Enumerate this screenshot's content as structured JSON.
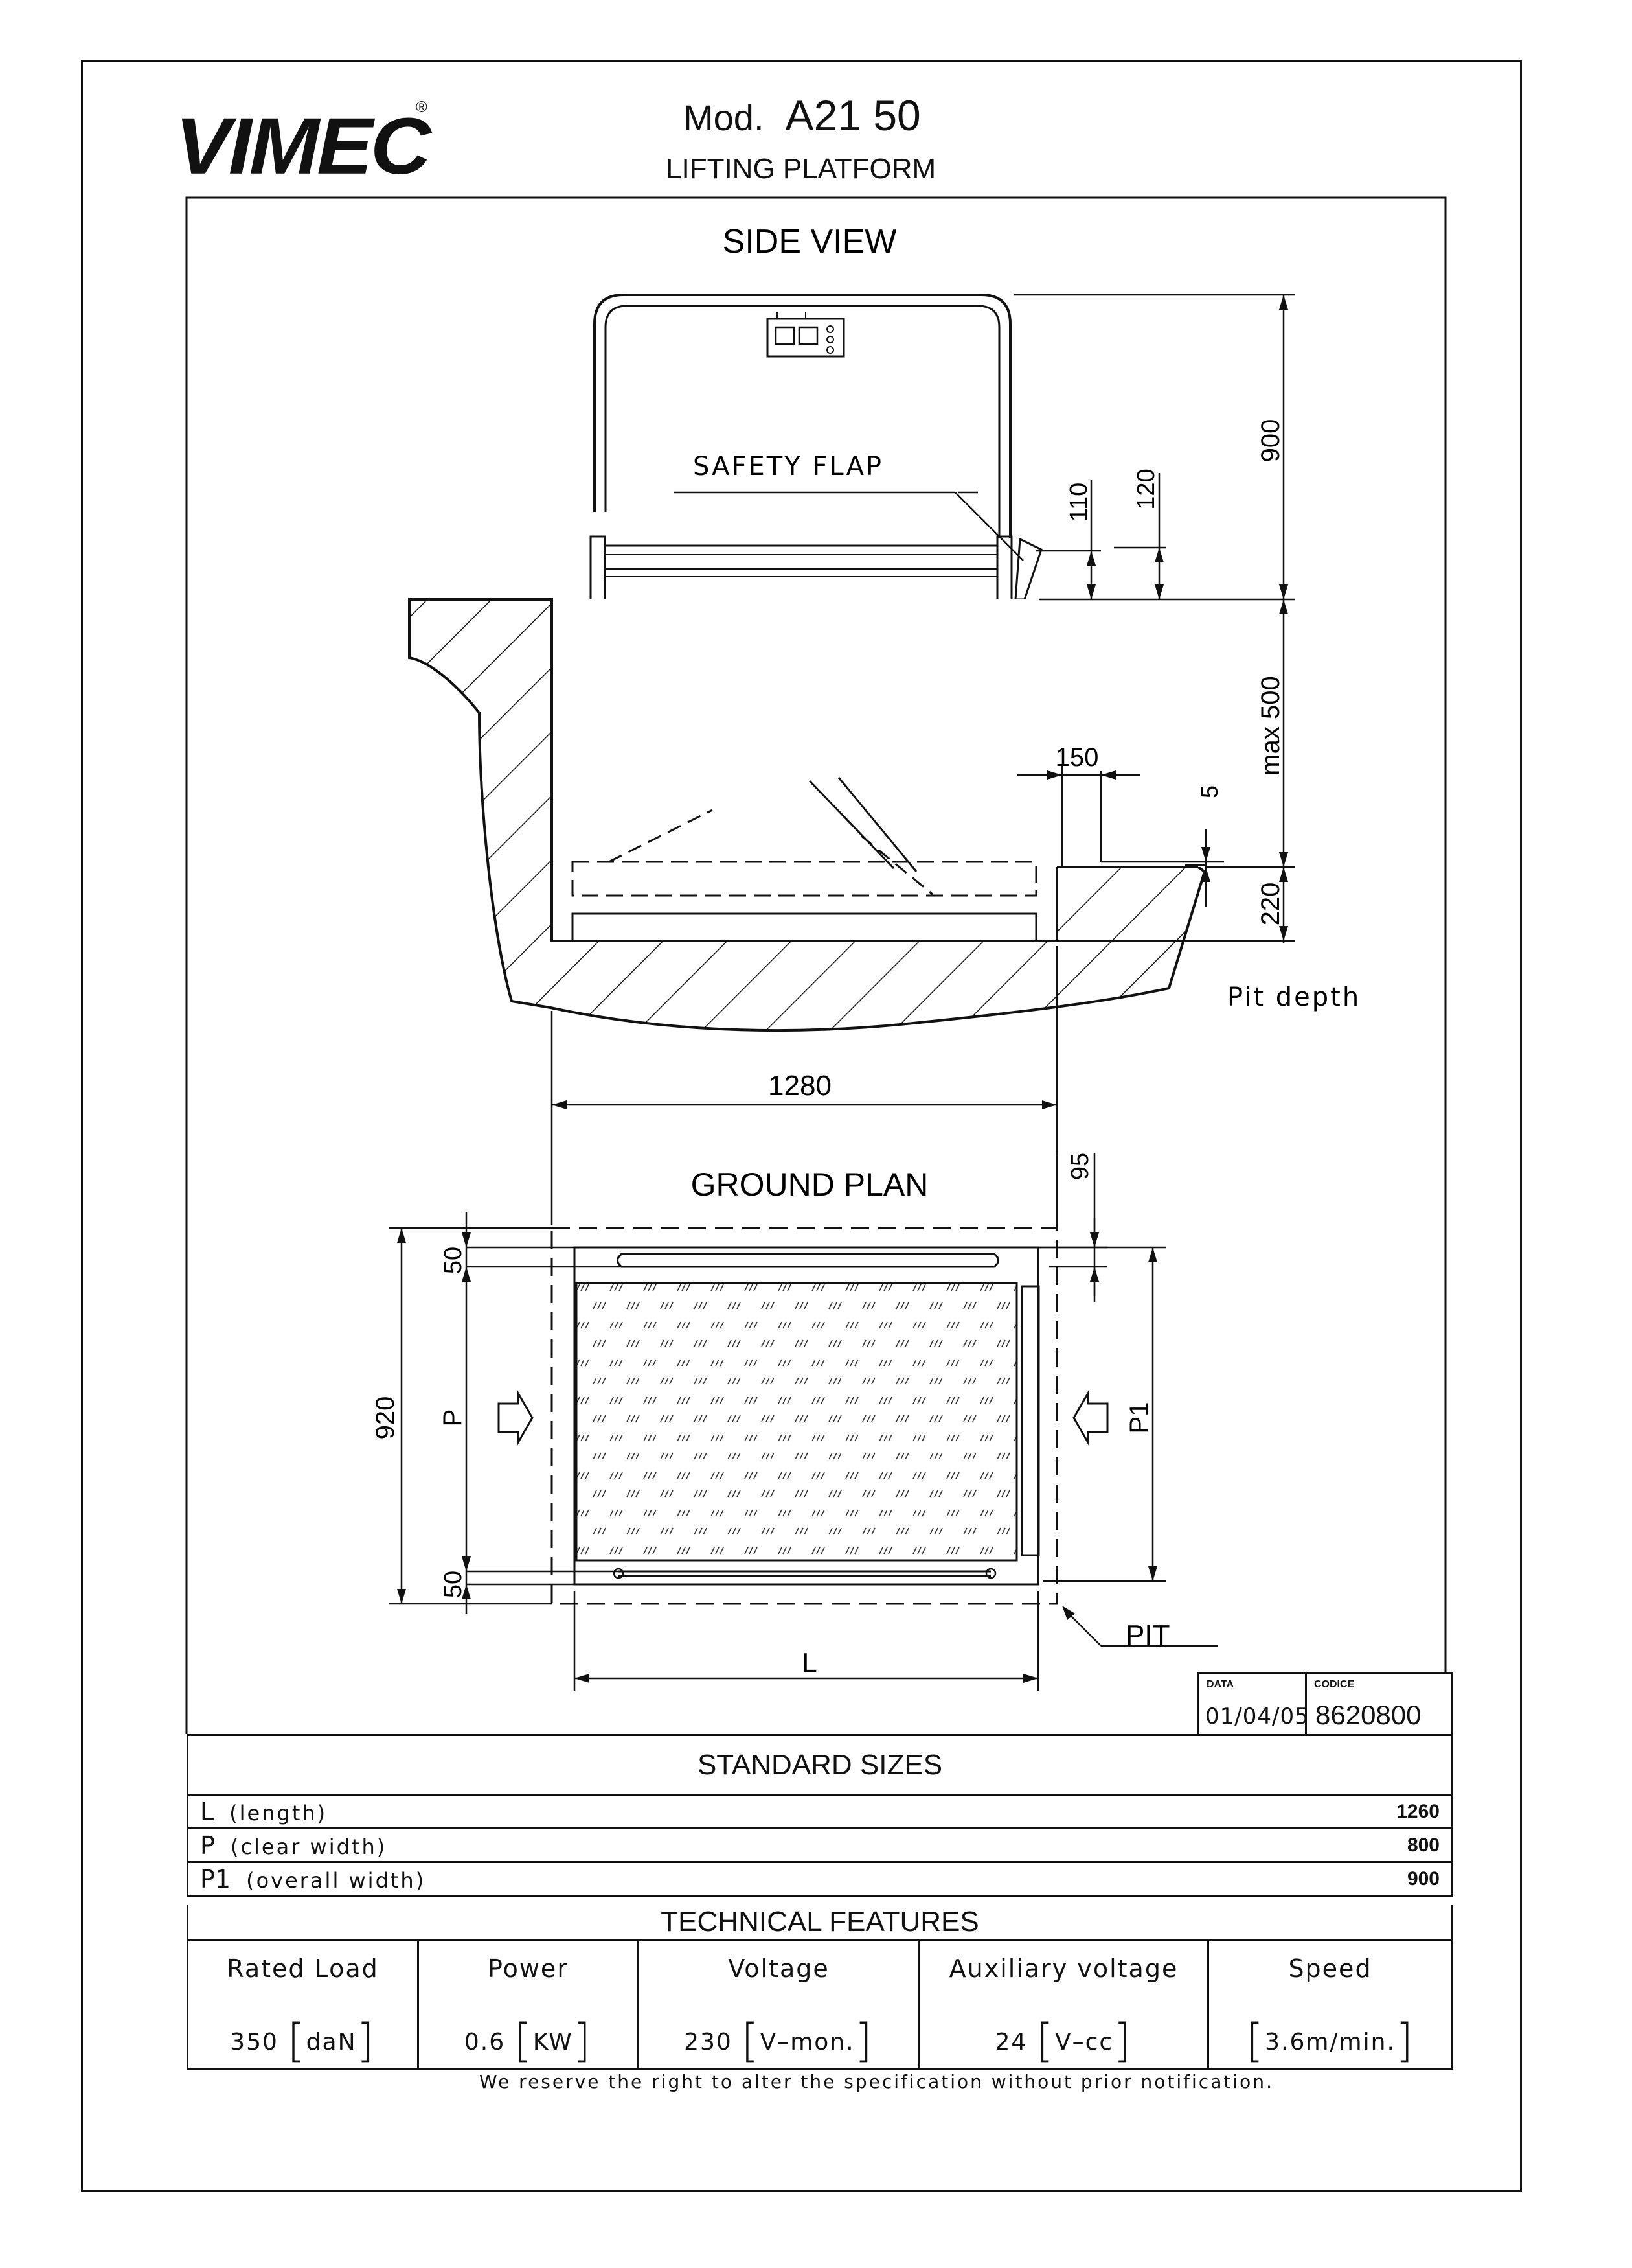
{
  "header": {
    "logo_text": "VIMEC",
    "logo_mark": "®",
    "model_prefix": "Mod.",
    "model_number": "A21 50",
    "subtitle": "LIFTING PLATFORM"
  },
  "side_view": {
    "title": "SIDE VIEW",
    "safety_flap": "SAFETY FLAP",
    "dim_900": "900",
    "dim_110": "110",
    "dim_120": "120",
    "dim_max500": "max 500",
    "dim_150": "150",
    "dim_5": "5",
    "dim_220": "220",
    "pit_depth": "Pit depth",
    "dim_1280": "1280"
  },
  "ground_plan": {
    "title": "GROUND PLAN",
    "dim_95": "95",
    "dim_50_top": "50",
    "dim_50_bottom": "50",
    "dim_920": "920",
    "label_p": "P",
    "label_p1": "P1",
    "label_l": "L",
    "label_pit": "PIT"
  },
  "databox": {
    "date_label": "DATA",
    "date_value": "01/04/05",
    "code_label": "CODICE",
    "code_value": "8620800"
  },
  "standard_sizes": {
    "title": "STANDARD SIZES",
    "rows": [
      {
        "symbol": "L",
        "desc": "(length)",
        "value": "1260"
      },
      {
        "symbol": "P",
        "desc": "(clear width)",
        "value": "800"
      },
      {
        "symbol": "P1",
        "desc": "(overall width)",
        "value": "900"
      }
    ]
  },
  "technical_features": {
    "title": "TECHNICAL FEATURES",
    "columns": [
      {
        "label": "Rated Load",
        "value": "350",
        "unit": "daN"
      },
      {
        "label": "Power",
        "value": "0.6",
        "unit": "KW"
      },
      {
        "label": "Voltage",
        "value": "230",
        "unit": "V–mon."
      },
      {
        "label": "Auxiliary voltage",
        "value": "24",
        "unit": "V–cc"
      },
      {
        "label": "Speed",
        "value": "",
        "unit": "3.6m/min."
      }
    ]
  },
  "footnote": "We reserve the right to alter the specification without prior notification."
}
